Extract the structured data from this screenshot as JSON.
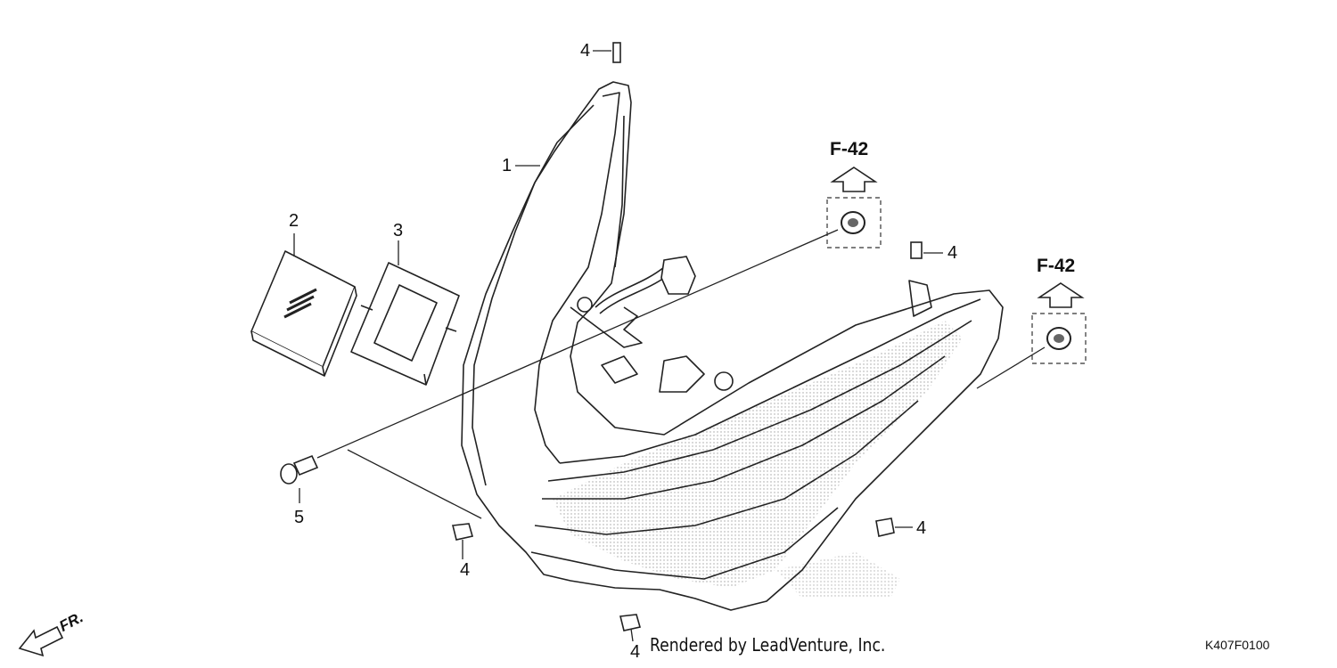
{
  "callouts": {
    "c1": "1",
    "c2": "2",
    "c3": "3",
    "c4_top": "4",
    "c4_mid": "4",
    "c4_left": "4",
    "c4_right": "4",
    "c4_bottom": "4",
    "c5": "5"
  },
  "references": {
    "left": "F-42",
    "right": "F-42"
  },
  "front_indicator": "FR.",
  "credit": "Rendered by LeadVenture, Inc.",
  "diagram_code": "K407F0100",
  "icons": [
    "front-direction-arrow-icon",
    "reference-arrow-icon",
    "clip-icon",
    "grommet-icon",
    "bolt-icon"
  ]
}
